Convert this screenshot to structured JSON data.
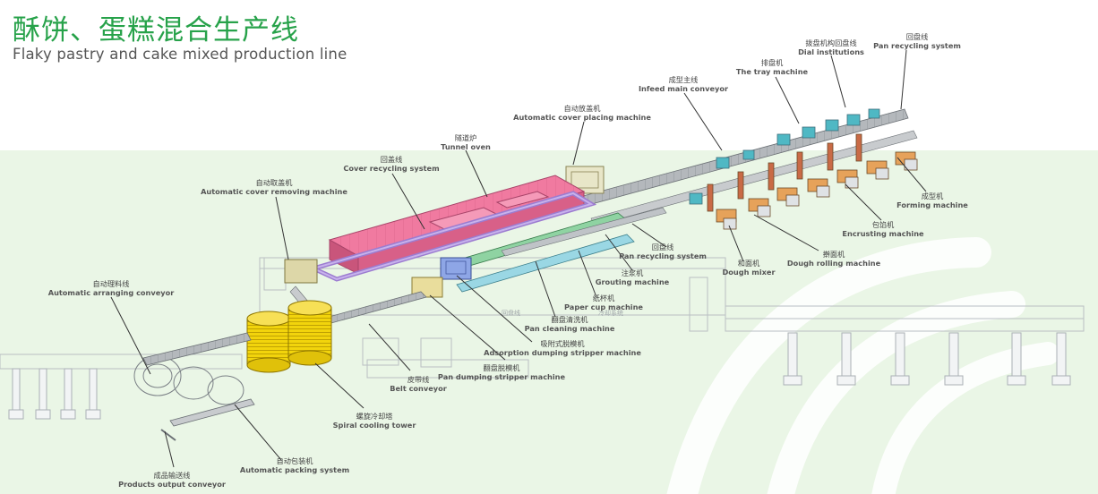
{
  "title": {
    "zh": "酥饼、蛋糕混合生产线",
    "en": "Flaky pastry and cake mixed production line"
  },
  "colors": {
    "title_green": "#27a24a",
    "background_band": "#eaf6e6",
    "oven_pink": "#f07aa0",
    "tower_yellow": "#f2d40c",
    "leader": "#333333"
  },
  "labels": {
    "pan_recycling_top": {
      "zh": "回盘线",
      "en": "Pan recycling system"
    },
    "dial_institutions": {
      "zh": "拨盘机构回盘线",
      "en": "Dial institutions"
    },
    "tray_machine": {
      "zh": "排盘机",
      "en": "The tray machine"
    },
    "infeed_main_conveyor": {
      "zh": "成型主线",
      "en": "Infeed main conveyor"
    },
    "cover_placing": {
      "zh": "自动放盖机",
      "en": "Automatic cover placing machine"
    },
    "tunnel_oven": {
      "zh": "隧道炉",
      "en": "Tunnel oven"
    },
    "cover_recycling": {
      "zh": "回盖线",
      "en": "Cover recycling system"
    },
    "cover_removing": {
      "zh": "自动取盖机",
      "en": "Automatic cover removing machine"
    },
    "arranging_conveyor": {
      "zh": "自动理料线",
      "en": "Automatic arranging conveyor"
    },
    "forming_machine": {
      "zh": "成型机",
      "en": "Forming machine"
    },
    "encrusting_machine": {
      "zh": "包馅机",
      "en": "Encrusting machine"
    },
    "dough_rolling": {
      "zh": "擀面机",
      "en": "Dough rolling machine"
    },
    "dough_mixer": {
      "zh": "和面机",
      "en": "Dough mixer"
    },
    "pan_recycling_mid": {
      "zh": "回盘线",
      "en": "Pan recycling system"
    },
    "grouting_machine": {
      "zh": "注浆机",
      "en": "Grouting machine"
    },
    "paper_cup": {
      "zh": "纸杯机",
      "en": "Paper cup machine"
    },
    "pan_cleaning": {
      "zh": "翻盘清洗机",
      "en": "Pan cleaning machine"
    },
    "adsorption_stripper": {
      "zh": "吸附式脱模机",
      "en": "Adsorption dumping stripper machine"
    },
    "pan_dumping_stripper": {
      "zh": "翻盘脱模机",
      "en": "Pan dumping stripper machine"
    },
    "belt_conveyor": {
      "zh": "皮带线",
      "en": "Belt conveyor"
    },
    "spiral_cooling": {
      "zh": "螺旋冷却塔",
      "en": "Spiral cooling tower"
    },
    "packing_system": {
      "zh": "自动包装机",
      "en": "Automatic packing system"
    },
    "products_output": {
      "zh": "成品输送线",
      "en": "Products output conveyor"
    }
  },
  "machine_signage": {
    "sign_a": "回盘线",
    "sign_b": "冷却系统"
  }
}
